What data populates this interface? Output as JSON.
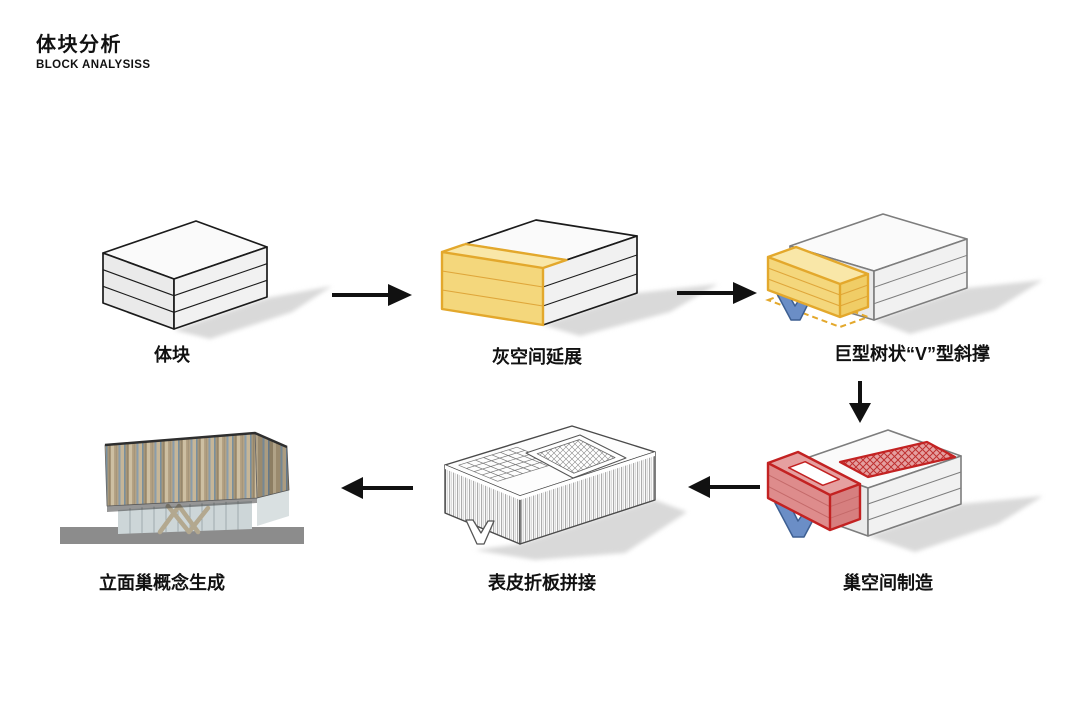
{
  "header": {
    "title": "体块分析",
    "subtitle": "BLOCK ANALYSISS"
  },
  "steps": [
    {
      "id": "massing-block",
      "label": "体块"
    },
    {
      "id": "grey-space-extension",
      "label": "灰空间延展"
    },
    {
      "id": "v-brace",
      "label": "巨型树状“V”型斜撑"
    },
    {
      "id": "nest-space",
      "label": "巢空间制造"
    },
    {
      "id": "skin-folded-plate",
      "label": "表皮折板拼接"
    },
    {
      "id": "facade-nest-concept",
      "label": "立面巢概念生成"
    }
  ],
  "arrows": [
    {
      "from": 1,
      "to": 2,
      "direction": "right"
    },
    {
      "from": 2,
      "to": 3,
      "direction": "right"
    },
    {
      "from": 3,
      "to": 4,
      "direction": "down"
    },
    {
      "from": 4,
      "to": 5,
      "direction": "left"
    },
    {
      "from": 5,
      "to": 6,
      "direction": "left"
    }
  ],
  "colors": {
    "background": "#FFFFFF",
    "text": "#111111",
    "arrow": "#111111",
    "accent_yellow": "#F4D77C",
    "accent_yellow_light": "#F9E7A8",
    "accent_yellow_mid": "#F0CD66",
    "accent_yellow_outline": "#E3A82C",
    "accent_yellow_line": "#DFA63A",
    "accent_red": "#DE8C8C",
    "accent_red_front": "#D67F7F",
    "accent_red_top": "#E5A0A0",
    "accent_red_outline": "#C32222",
    "accent_red_line": "#C46A6A",
    "accent_blue": "#6B8EC6",
    "accent_blue_outline": "#3D5F92",
    "box_top": "#FAFAFA",
    "box_front": "#F1F1F1",
    "box_side": "#EAEAEA",
    "box_outline": "#1B1B1B",
    "box_outline_gray": "#7D7D7D",
    "shadow": "#D9D9D9",
    "ground_gray": "#8C8C8C",
    "wood": "#B4A284",
    "wood_dark": "#9A8A6E",
    "glass": "#8A9DAB"
  }
}
